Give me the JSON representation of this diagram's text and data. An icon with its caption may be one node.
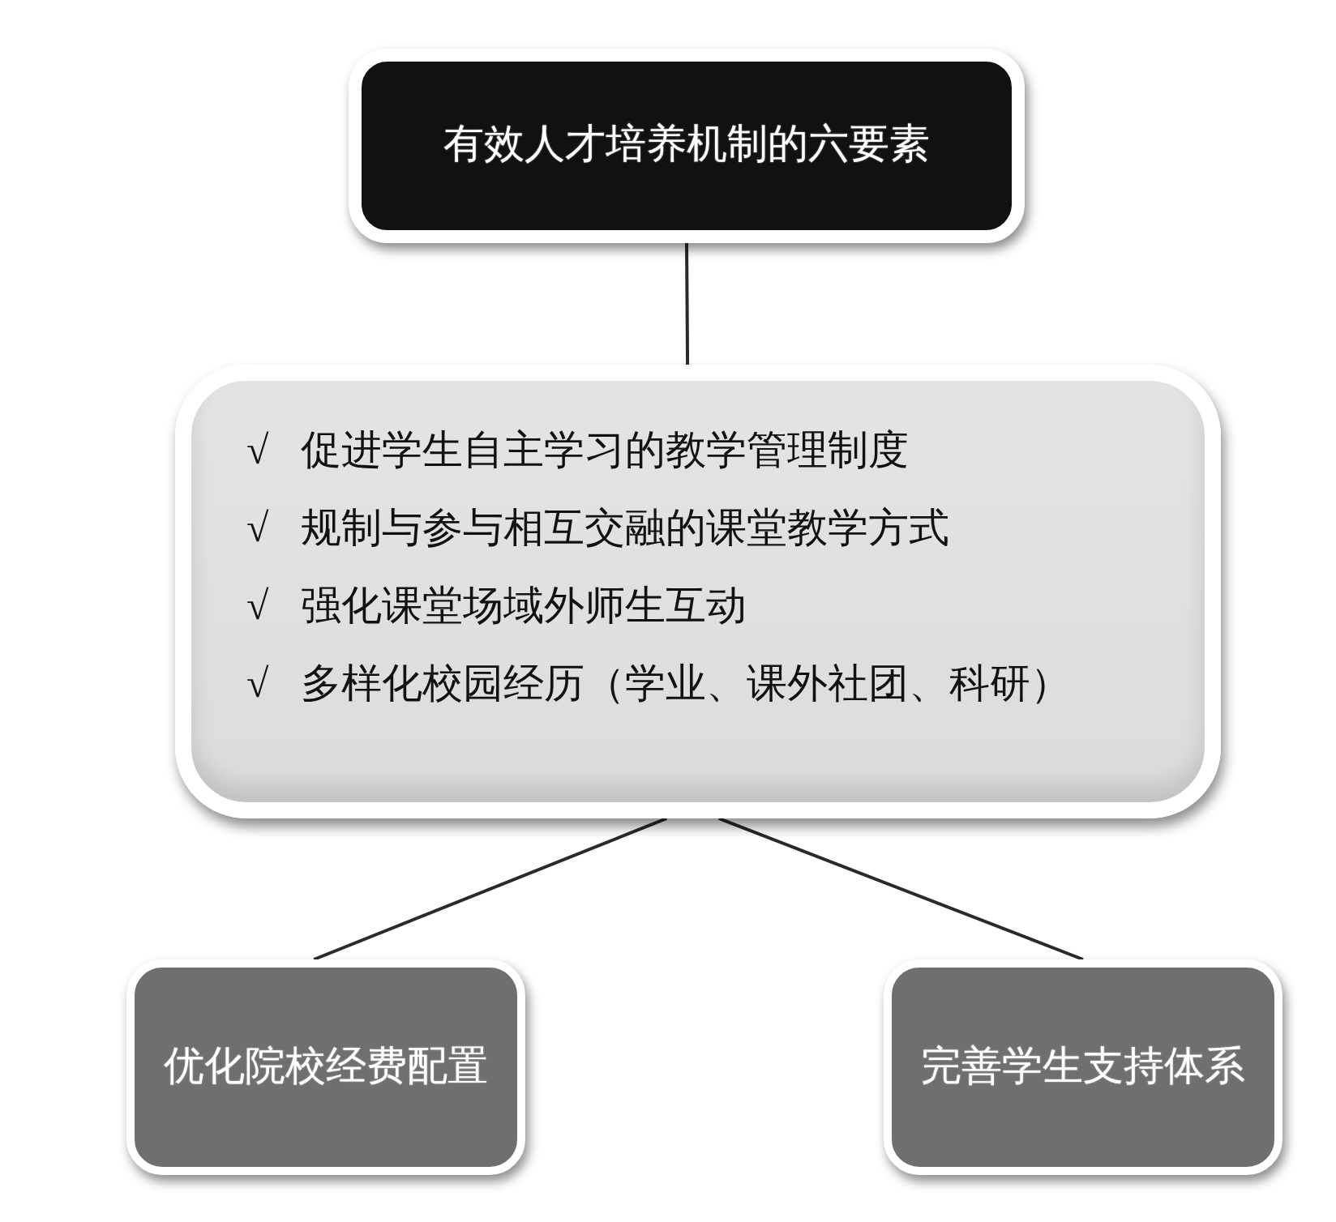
{
  "diagram": {
    "nodes": [
      {
        "text": [
          "有效人才培养机制的六要素"
        ]
      },
      {
        "text": [
          "√ 促进学生自主学习的教学管理制度",
          "√ 规制与参与相互交融的课堂教学方式",
          "√ 强化课堂场域外师生互动",
          "√ 多样化校园经历（学业、课外社团、科研）"
        ]
      },
      {
        "text": [
          "优化院校经费配置"
        ]
      },
      {
        "text": [
          "完善学生支持体系"
        ]
      }
    ],
    "edges": [
      {
        "from": 0,
        "to": 1,
        "arrow": "none"
      },
      {
        "from": 1,
        "to": 2,
        "arrow": "none"
      },
      {
        "from": 1,
        "to": 3,
        "arrow": "none"
      }
    ]
  }
}
